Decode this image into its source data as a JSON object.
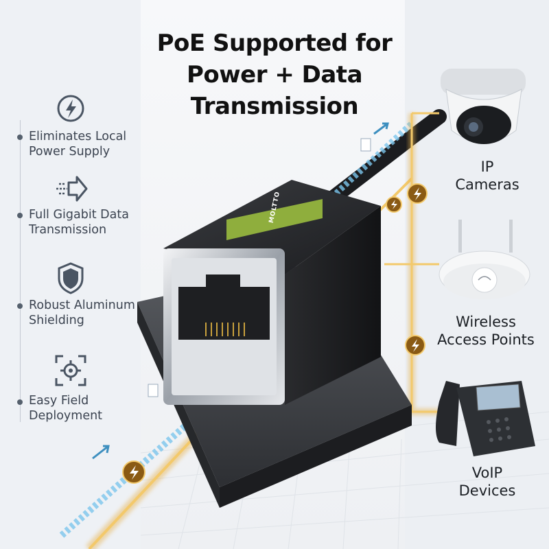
{
  "title": {
    "line1": "PoE Supported for",
    "line2": "Power + Data",
    "line3": "Transmission"
  },
  "brand_logo": "MOLTTO",
  "features": [
    {
      "icon": "lightning-icon",
      "line1": "Eliminates Local",
      "line2": "Power Supply"
    },
    {
      "icon": "data-arrow-icon",
      "line1": "Full Gigabit Data",
      "line2": "Transmission"
    },
    {
      "icon": "shield-icon",
      "line1": "Robust Aluminum",
      "line2": "Shielding"
    },
    {
      "icon": "target-icon",
      "line1": "Easy Field",
      "line2": "Deployment"
    }
  ],
  "devices": [
    {
      "icon": "ip-camera-icon",
      "line1": "IP",
      "line2": "Cameras"
    },
    {
      "icon": "access-point-icon",
      "line1": "Wireless",
      "line2": "Access Points"
    },
    {
      "icon": "voip-phone-icon",
      "line1": "VoIP",
      "line2": "Devices"
    }
  ],
  "colors": {
    "power": "#e7b04a",
    "data": "#7cc6ec",
    "coupler": "#1d1f22",
    "label_green": "#8fae3d"
  }
}
